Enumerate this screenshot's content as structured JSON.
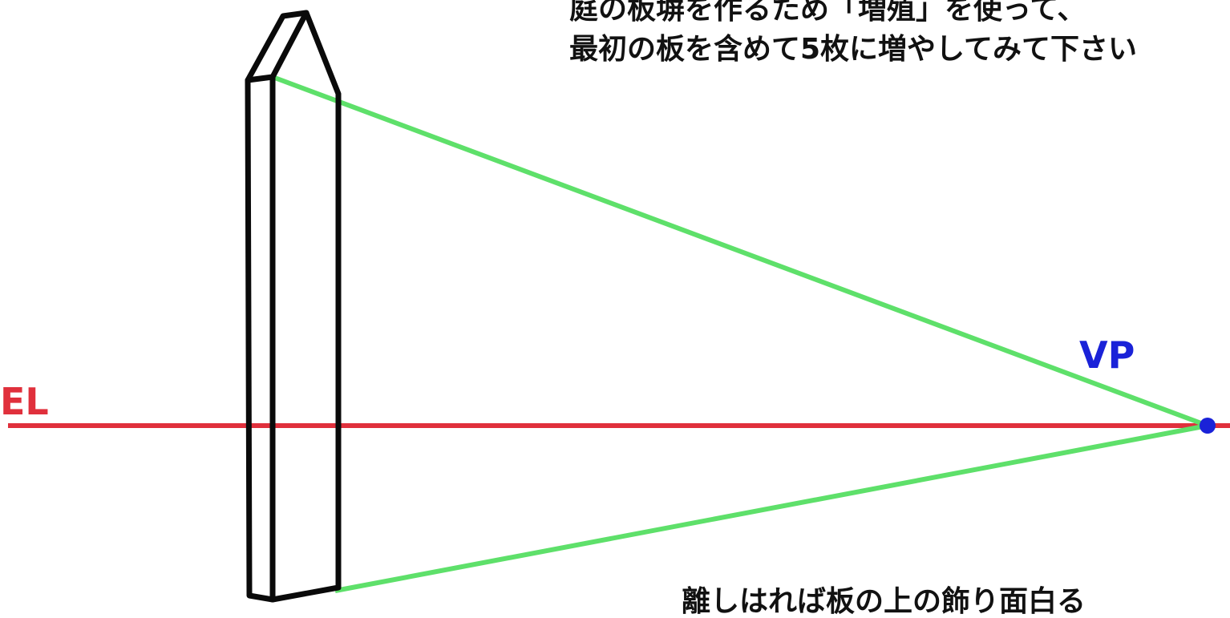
{
  "instructions": {
    "line1": "庭の板塀を作るため「増殖」を使って、",
    "line2": "最初の板を含めて5枚に増やしてみて下さい"
  },
  "bottom_note": "離しはれば板の上の飾り面白る",
  "labels": {
    "vp": "VP",
    "el": "EL"
  },
  "colors": {
    "eye_level": "#e0303c",
    "vanishing_point": "#1a22d8",
    "guide_lines": "#5ee06a",
    "board_outline": "#0a0a0a",
    "text": "#111111"
  }
}
